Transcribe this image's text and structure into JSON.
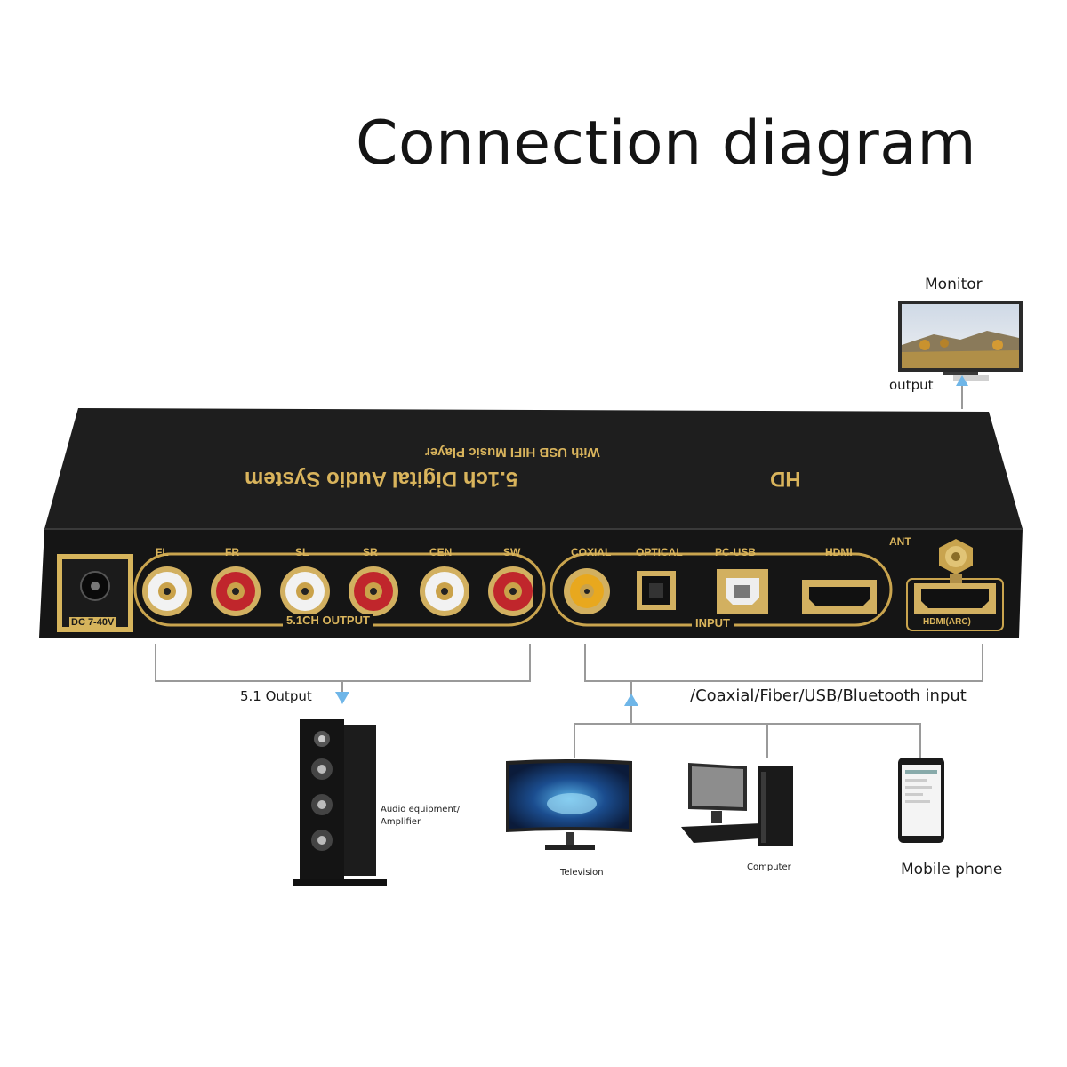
{
  "title": "Connection diagram",
  "monitor": {
    "label": "Monitor",
    "output_label": "output"
  },
  "device": {
    "brand": "HD",
    "name": "5.1ch Digital Audio System",
    "tagline": "With USB HIFI Music Player",
    "dc_label": "DC 7-40V",
    "output_channels": [
      "FL",
      "FR",
      "SL",
      "SR",
      "CEN",
      "SW"
    ],
    "output_group_label": "5.1CH OUTPUT",
    "input_ports": [
      "COXIAL",
      "OPTICAL",
      "PC-USB",
      "HDMI"
    ],
    "input_group_label": "INPUT",
    "ant_label": "ANT",
    "arc_label": "HDMI(ARC)"
  },
  "connections": {
    "output_label": "5.1 Output",
    "input_label": "/Coaxial/Fiber/USB/Bluetooth input"
  },
  "equipment": {
    "speaker_label": "Audio equipment/\nAmplifier",
    "tv_label": "Television",
    "computer_label": "Computer",
    "phone_label": "Mobile phone"
  },
  "colors": {
    "device_body": "#181818",
    "gold": "#d9b45c",
    "arrow": "#6fb6e8",
    "rca_red": "#c0262c",
    "rca_white": "#f2f2f2",
    "rca_yellow": "#e8a81e"
  }
}
